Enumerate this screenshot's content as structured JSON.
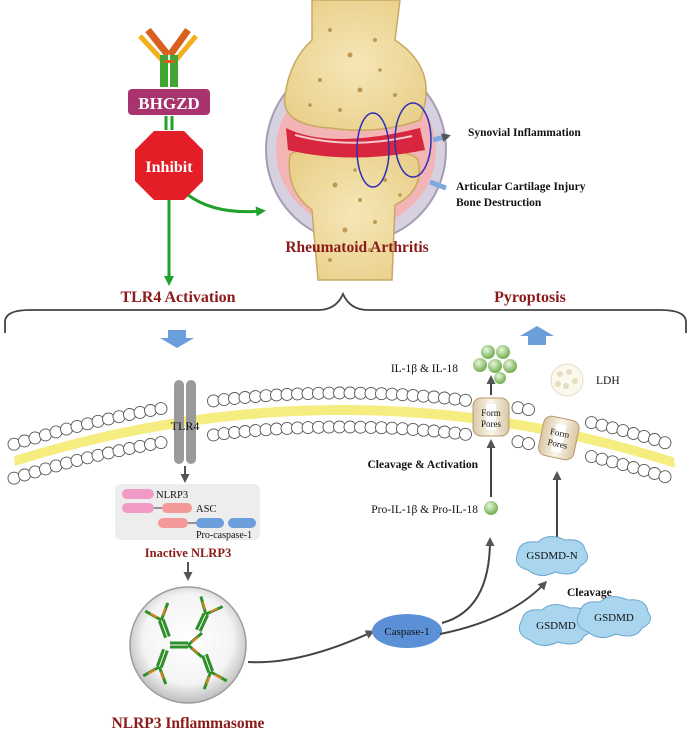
{
  "drug": {
    "name": "BHGZD",
    "inhibit_label": "Inhibit"
  },
  "disease": {
    "name": "Rheumatoid Arthritis",
    "effect_1": "Synovial Inflammation",
    "effect_2": "Articular Cartilage Injury",
    "effect_3": "Bone Destruction"
  },
  "branches": {
    "left": "TLR4 Activation",
    "right": "Pyroptosis"
  },
  "receptor": {
    "name": "TLR4"
  },
  "inactive_complex": {
    "nlrp3": "NLRP3",
    "asc": "ASC",
    "pro_caspase": "Pro-caspase-1",
    "title": "Inactive NLRP3"
  },
  "inflammasome": {
    "title": "NLRP3 Inflammasome"
  },
  "caspase": {
    "name": "Caspase-1"
  },
  "cytokines": {
    "released": "IL-1β & IL-18",
    "precursor": "Pro-IL-1β & Pro-IL-18",
    "cleavage_activation": "Cleavage & Activation"
  },
  "ldh": {
    "name": "LDH"
  },
  "pores": {
    "label_line1": "Form",
    "label_line2": "Pores"
  },
  "gasdermin": {
    "n_terminal": "GSDMD-N",
    "full": "GSDMD",
    "cleavage": "Cleavage"
  },
  "colors": {
    "arrow_green": "#1fa12a",
    "drug_purple": "#a8336d",
    "stop_red": "#e41e26",
    "maroon_text": "#8b1a1a",
    "caspase_blue": "#5b8fd6",
    "gsdmd_blue": "#a9d6ee",
    "membrane_yellow": "#f4ea6a"
  }
}
